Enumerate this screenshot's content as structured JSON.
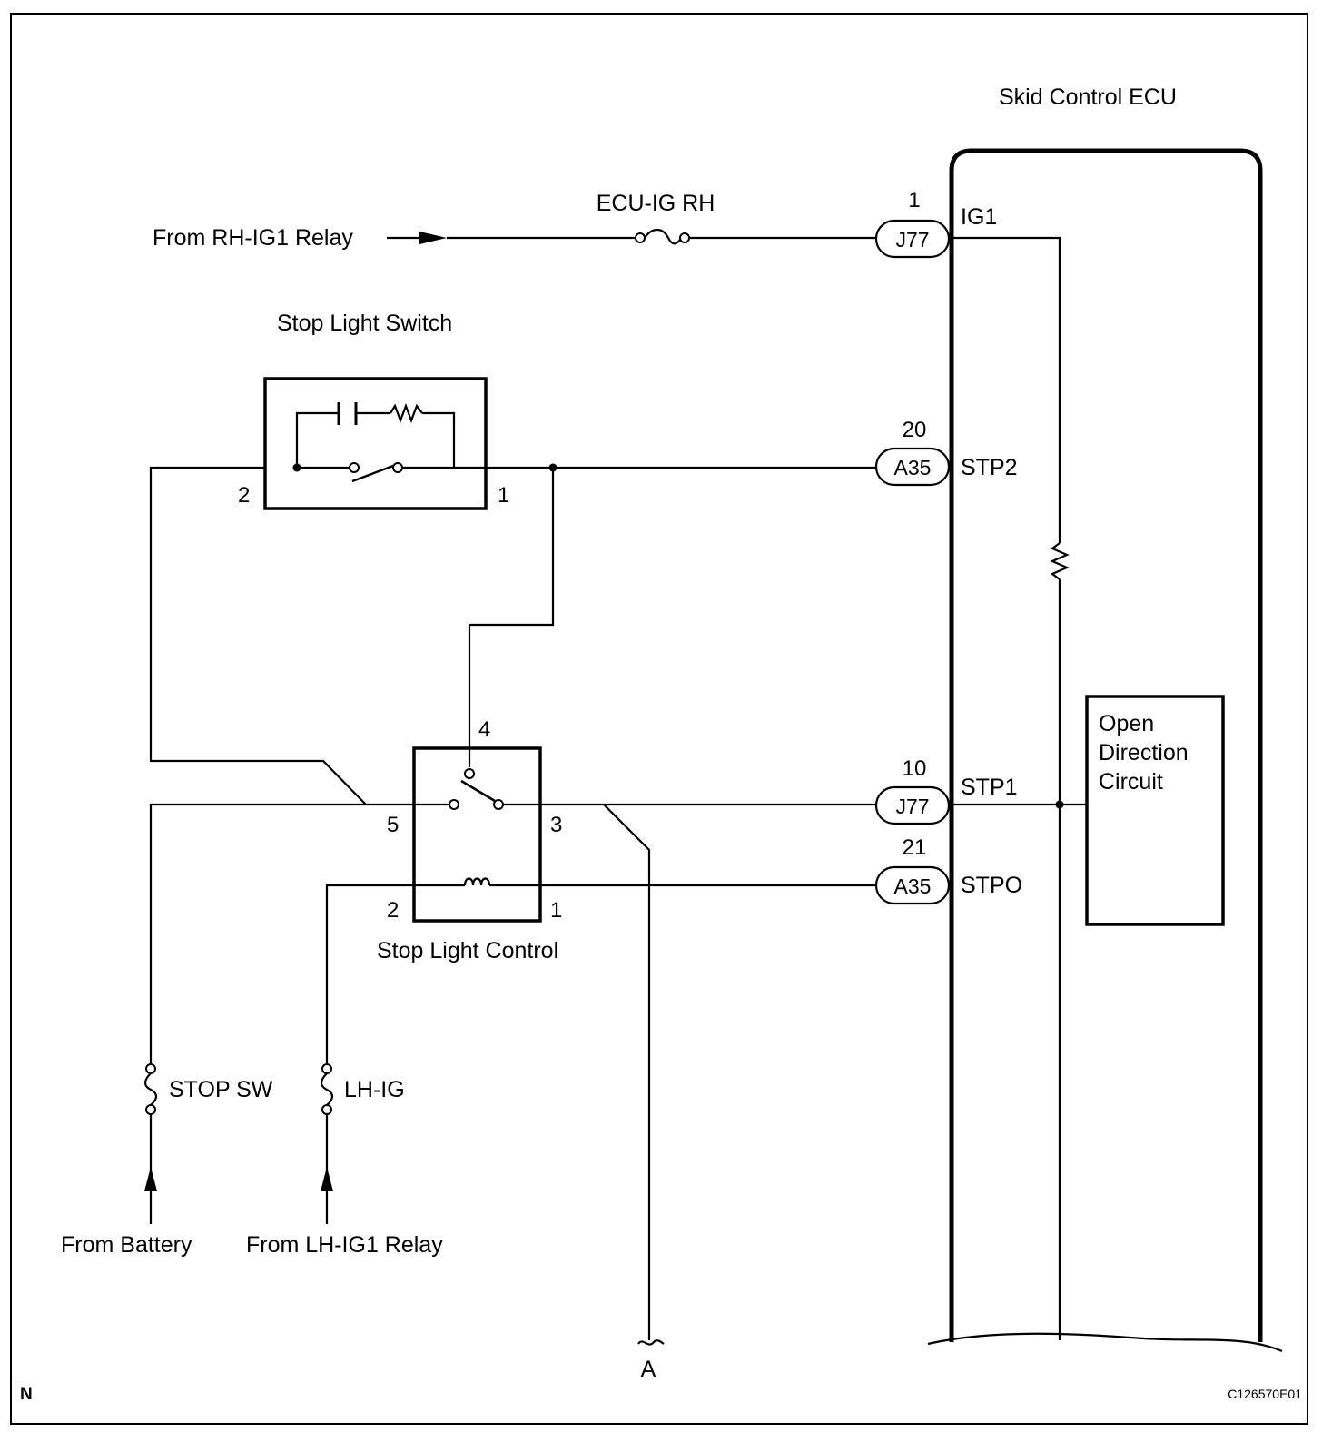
{
  "ecu": {
    "title": "Skid Control ECU",
    "inner_circuit": [
      "Open",
      "Direction",
      "Circuit"
    ],
    "terminals": [
      {
        "pin": "1",
        "connector": "J77",
        "signal": "IG1"
      },
      {
        "pin": "20",
        "connector": "A35",
        "signal": "STP2"
      },
      {
        "pin": "10",
        "connector": "J77",
        "signal": "STP1"
      },
      {
        "pin": "21",
        "connector": "A35",
        "signal": "STPO"
      }
    ]
  },
  "sources": {
    "rh_ig1": "From RH-IG1 Relay",
    "battery": "From Battery",
    "lh_ig1": "From LH-IG1 Relay"
  },
  "fuses": {
    "ecu_ig_rh": "ECU-IG RH",
    "stop_sw": "STOP SW",
    "lh_ig": "LH-IG"
  },
  "stop_light_switch": {
    "title": "Stop Light Switch",
    "pins": [
      "2",
      "1"
    ]
  },
  "stop_light_control": {
    "title": "Stop Light Control",
    "pins": [
      "4",
      "5",
      "3",
      "2",
      "1"
    ]
  },
  "off_page": "A",
  "corner_mark": "N",
  "figure_id": "C126570E01"
}
